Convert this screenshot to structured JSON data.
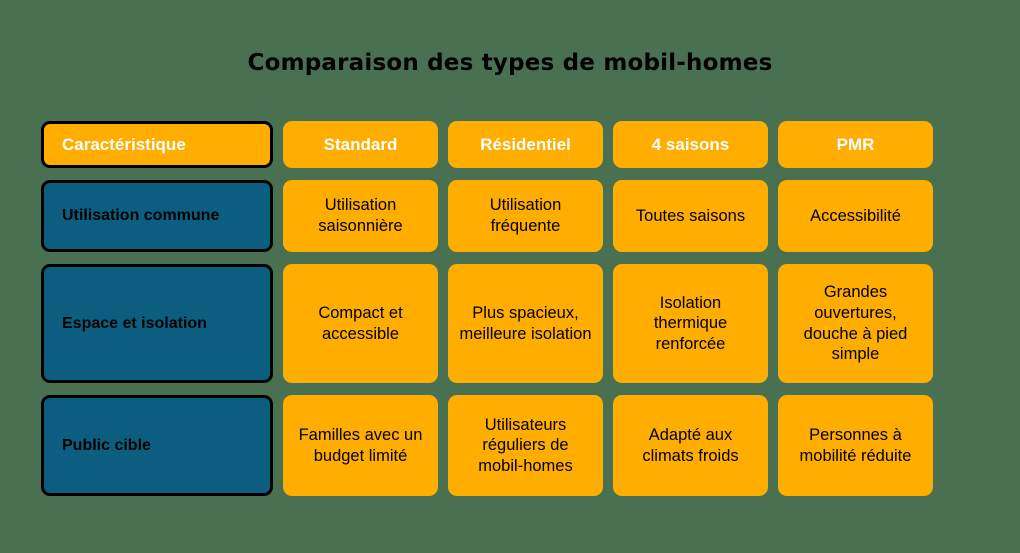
{
  "title": "Comparaison des types de mobil-homes",
  "colors": {
    "background": "#4a7052",
    "accent_orange": "#FFAE00",
    "accent_teal": "#0C5E80",
    "border": "#000000",
    "header_text": "#FFFFFF",
    "body_text": "#000000"
  },
  "table": {
    "headers": [
      "Caractéristique",
      "Standard",
      "Résidentiel",
      "4 saisons",
      "PMR"
    ],
    "rows": [
      {
        "feature": "Utilisation commune",
        "cells": [
          "Utilisation saisonnière",
          "Utilisation fréquente",
          "Toutes saisons",
          "Accessibilité"
        ]
      },
      {
        "feature": "Espace et isolation",
        "cells": [
          "Compact et accessible",
          "Plus spacieux, meilleure isolation",
          "Isolation thermique renforcée",
          "Grandes ouvertures, douche à pied simple"
        ]
      },
      {
        "feature": "Public cible",
        "cells": [
          "Familles avec un budget limité",
          "Utilisateurs réguliers de mobil-homes",
          "Adapté aux climats froids",
          "Personnes à mobilité réduite"
        ]
      }
    ]
  }
}
